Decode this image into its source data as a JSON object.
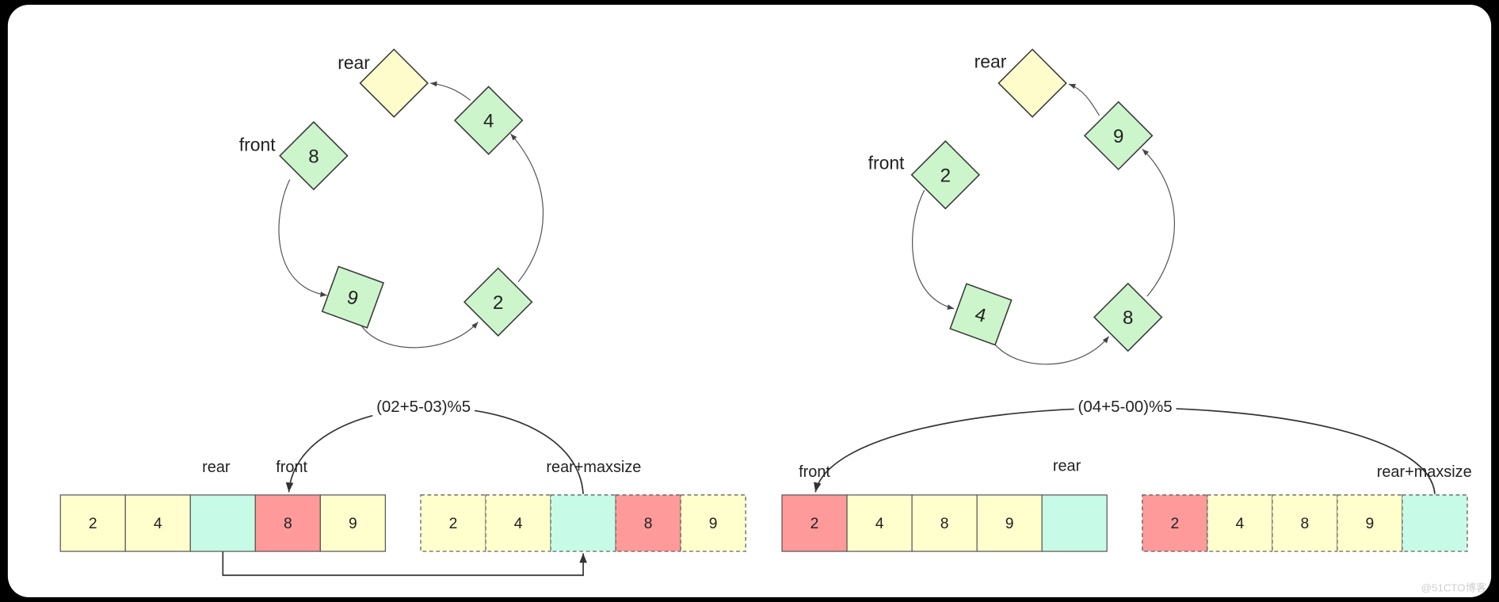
{
  "colors": {
    "frame": "#000000",
    "card": "#ffffff"
  },
  "left": {
    "ring": {
      "front_label": "front",
      "rear_label": "rear",
      "nodes": [
        {
          "value": "8",
          "color": "#ccf5cb"
        },
        {
          "value": "9",
          "color": "#ccf5cb"
        },
        {
          "value": "2",
          "color": "#ccf5cb"
        },
        {
          "value": "4",
          "color": "#ccf5cb"
        },
        {
          "value": "",
          "color": "#fffccc"
        }
      ]
    },
    "formula": "(02+5-03)%5",
    "labels": {
      "rear": "rear",
      "front": "front",
      "rear_maxsize": "rear+maxsize"
    },
    "array": [
      {
        "value": "2",
        "color": "#fffecd"
      },
      {
        "value": "4",
        "color": "#fffecd"
      },
      {
        "value": "",
        "color": "#c8fbe7"
      },
      {
        "value": "8",
        "color": "#ff9a9a"
      },
      {
        "value": "9",
        "color": "#fffecd"
      }
    ],
    "array_extended": [
      {
        "value": "2",
        "color": "#fffecd"
      },
      {
        "value": "4",
        "color": "#fffecd"
      },
      {
        "value": "",
        "color": "#c8fbe7"
      },
      {
        "value": "8",
        "color": "#ff9a9a"
      },
      {
        "value": "9",
        "color": "#fffecd"
      }
    ]
  },
  "right": {
    "ring": {
      "front_label": "front",
      "rear_label": "rear",
      "nodes": [
        {
          "value": "2",
          "color": "#ccf5cb"
        },
        {
          "value": "4",
          "color": "#ccf5cb"
        },
        {
          "value": "8",
          "color": "#ccf5cb"
        },
        {
          "value": "9",
          "color": "#ccf5cb"
        },
        {
          "value": "",
          "color": "#fffccc"
        }
      ]
    },
    "formula": "(04+5-00)%5",
    "labels": {
      "front": "front",
      "rear": "rear",
      "rear_maxsize": "rear+maxsize"
    },
    "array": [
      {
        "value": "2",
        "color": "#ff9a9a"
      },
      {
        "value": "4",
        "color": "#fffecd"
      },
      {
        "value": "8",
        "color": "#fffecd"
      },
      {
        "value": "9",
        "color": "#fffecd"
      },
      {
        "value": "",
        "color": "#c8fbe7"
      }
    ],
    "array_extended": [
      {
        "value": "2",
        "color": "#ff9a9a"
      },
      {
        "value": "4",
        "color": "#fffecd"
      },
      {
        "value": "8",
        "color": "#fffecd"
      },
      {
        "value": "9",
        "color": "#fffecd"
      },
      {
        "value": "",
        "color": "#c8fbe7"
      }
    ]
  },
  "watermark": "@51CTO博客"
}
